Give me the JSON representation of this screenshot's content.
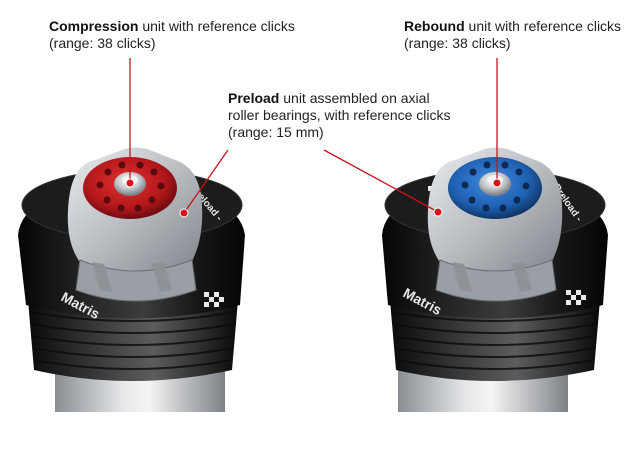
{
  "colors": {
    "callout_line": "#c4161c",
    "callout_dot": "#d7141c",
    "compression_knob": "#b3171b",
    "rebound_knob": "#1f5fb0",
    "body_dark": "#141414",
    "alloy": "#b8bcc0"
  },
  "callouts": {
    "compression": {
      "title": "Compression",
      "rest": " unit with reference clicks",
      "line2": "(range: 38 clicks)"
    },
    "rebound": {
      "title": "Rebound",
      "rest": " unit with reference clicks",
      "line2": "(range: 38 clicks)"
    },
    "preload": {
      "title": "Preload",
      "rest": " unit assembled on axial",
      "line2": "roller bearings, with reference clicks",
      "line3": "(range: 15 mm)"
    }
  },
  "product": {
    "brand_marking": "Matris",
    "preload_marking": "+ Preload -"
  }
}
